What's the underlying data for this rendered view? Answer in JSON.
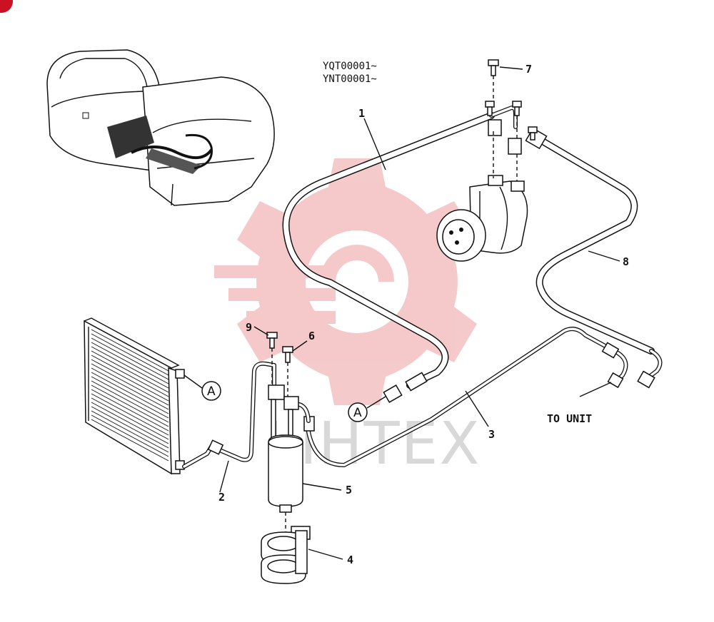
{
  "serials": [
    "YQT00001~",
    "YNT00001~"
  ],
  "callouts": {
    "p1": "1",
    "p2": "2",
    "p3": "3",
    "p4": "4",
    "p5": "5",
    "p6": "6",
    "p7": "7",
    "p8": "8",
    "p9": "9"
  },
  "connection_ref": "A",
  "to_unit": "TO UNIT",
  "watermark": "LIHTEX",
  "colors": {
    "line": "#111111",
    "watermark_logo": "#f2b8b8",
    "watermark_text": "#d8d8d8",
    "corner_badge": "#cc1122"
  }
}
